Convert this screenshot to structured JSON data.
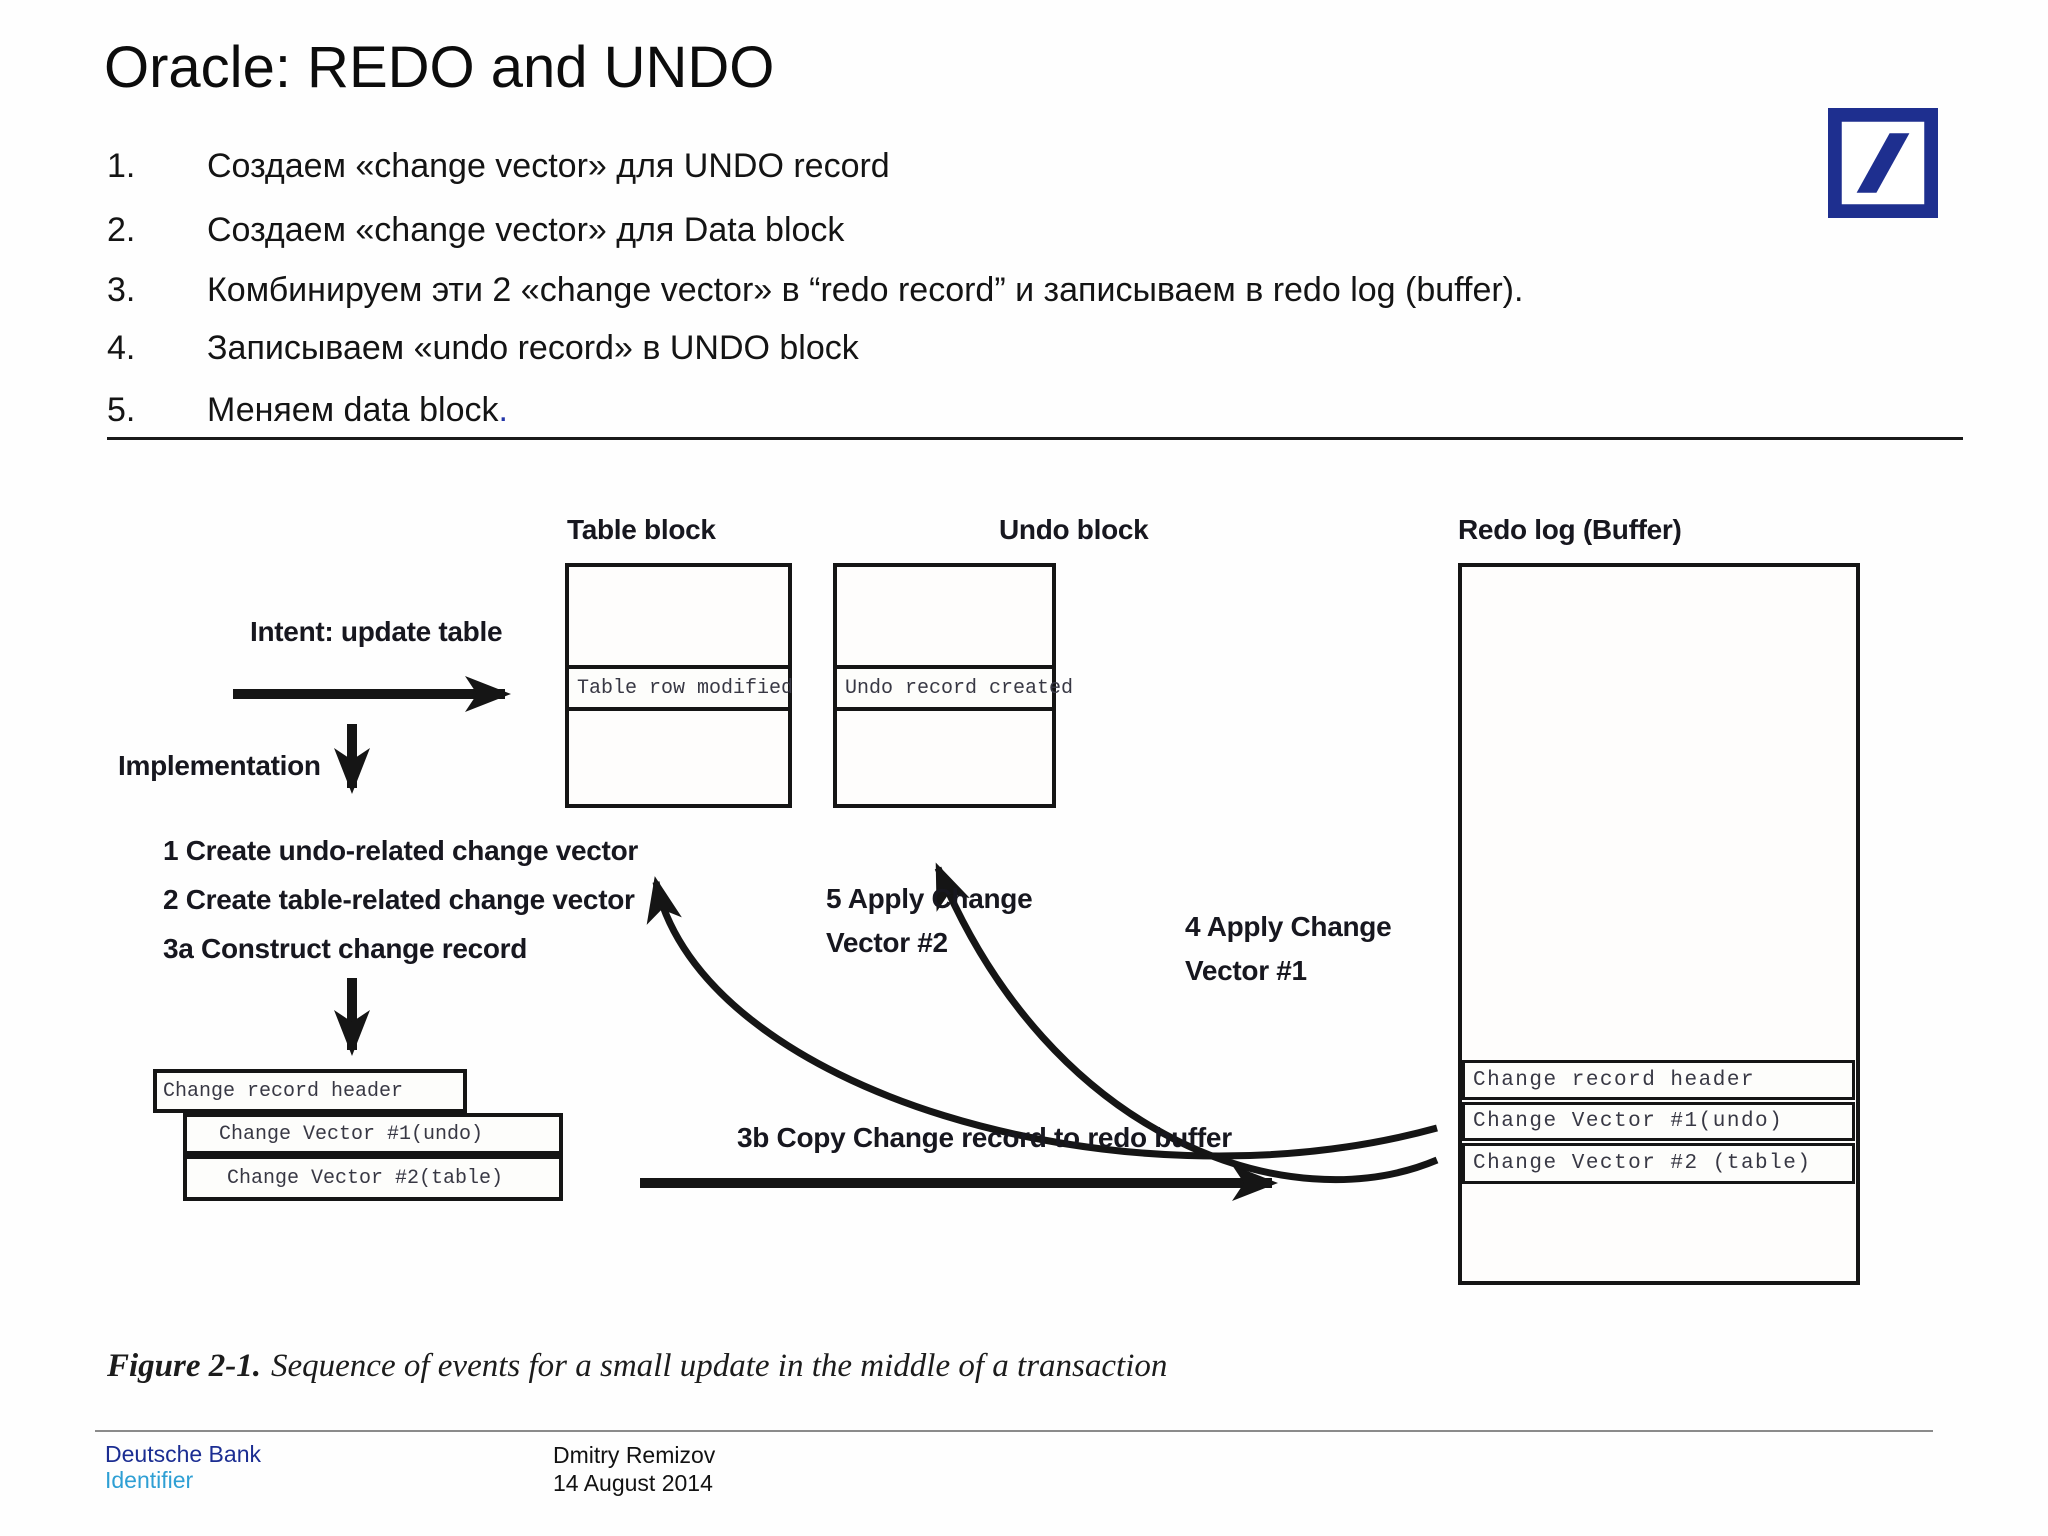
{
  "slide": {
    "title": "Oracle: REDO and UNDO",
    "list": [
      {
        "num": "1.",
        "text": "Создаем «change vector» для UNDO record"
      },
      {
        "num": "2.",
        "text": "Создаем «change vector» для Data block"
      },
      {
        "num": "3.",
        "text": "Комбинируем эти 2 «change vector» в “redo record” и записываем в redo log (buffer)."
      },
      {
        "num": "4.",
        "text": "Записываем «undo record» в UNDO block"
      },
      {
        "num": "5.",
        "text": "Меняем data block",
        "suffix": "."
      }
    ]
  },
  "diagram": {
    "table_block": {
      "title": "Table block",
      "row": "Table row modified"
    },
    "undo_block": {
      "title": "Undo block",
      "row": "Undo record created"
    },
    "redo_log": {
      "title": "Redo log (Buffer)",
      "rows": [
        "Change record header",
        "Change Vector #1(undo)",
        "Change Vector #2 (table)"
      ]
    },
    "intent": "Intent: update table",
    "implementation": "Implementation",
    "steps": [
      "1 Create undo-related change vector",
      "2 Create table-related change vector",
      "3a Construct change record"
    ],
    "record_stack": [
      "Change record header",
      "Change Vector #1(undo)",
      "Change Vector #2(table)"
    ],
    "label_5a": "5 Apply Change",
    "label_5b": "Vector #2",
    "label_4a": "4 Apply Change",
    "label_4b": "Vector #1",
    "label_3b": "3b Copy Change record to redo buffer"
  },
  "caption": {
    "figure": "Figure 2-1.",
    "text": "Sequence of events for a small update in the middle of a transaction"
  },
  "footer": {
    "brand_line1": "Deutsche Bank",
    "brand_line2": "Identifier",
    "author": "Dmitry Remizov",
    "date": "14 August 2014"
  },
  "colors": {
    "logo_blue": "#1e2f8f",
    "brand_dark_blue": "#1b2d92",
    "brand_light_blue": "#2e9fd4",
    "period_blue": "#2335a8",
    "diagram_ink": "#151515"
  }
}
